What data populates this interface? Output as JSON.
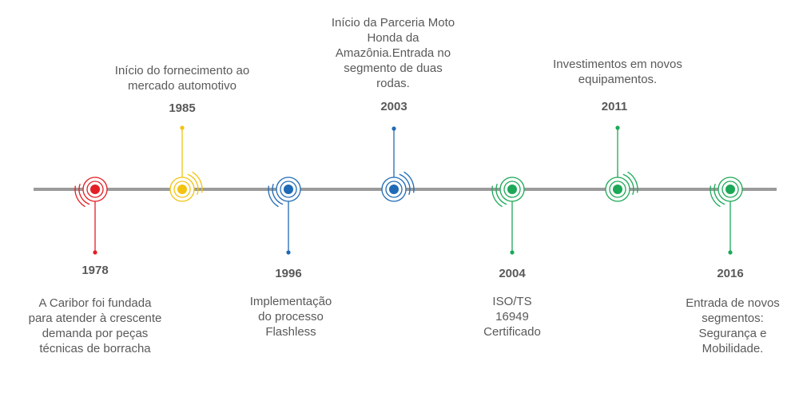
{
  "events": [
    {
      "year": "1978",
      "text": "A Caribor foi fundada para atender à crescente demanda por peças técnicas de borracha",
      "color": "#e31e24"
    },
    {
      "year": "1985",
      "text": "Início do fornecimento ao mercado automotivo",
      "color": "#f2c311"
    },
    {
      "year": "1996",
      "text": "Implementação do processo Flashless",
      "color": "#1f6ab5"
    },
    {
      "year": "2003",
      "text": "Início da Parceria Moto Honda da Amazônia.Entrada no segmento de duas rodas.",
      "color": "#1f6ab5"
    },
    {
      "year": "2004",
      "text": "ISO/TS 16949 Certificado",
      "color": "#1ca857"
    },
    {
      "year": "2011",
      "text": "Investimentos em novos equipamentos.",
      "color": "#1ca857"
    },
    {
      "year": "2016",
      "text": "Entrada de novos segmentos: Segurança e Mobilidade.",
      "color": "#1ca857"
    }
  ],
  "axis_color": "#9b9b9b"
}
